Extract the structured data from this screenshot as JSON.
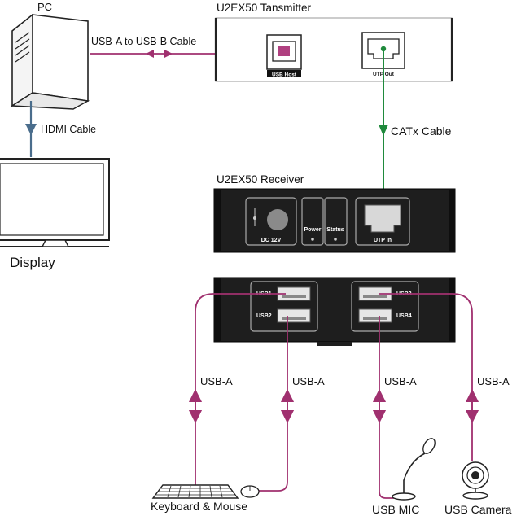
{
  "pc": {
    "label": "PC"
  },
  "display": {
    "label": "Display"
  },
  "hdmi": {
    "label": "HDMI  Cable"
  },
  "usb_link": {
    "label": "USB-A to USB-B Cable"
  },
  "transmitter": {
    "title": "U2EX50  Tansmitter",
    "usb_port_label": "USB Host",
    "utp_port_label": "UTP Out"
  },
  "catx": {
    "label": "CATx Cable"
  },
  "receiver": {
    "title": "U2EX50  Receiver",
    "dc_label": "DC 12V",
    "power_label": "Power",
    "status_label": "Status",
    "utp_in_label": "UTP In",
    "ports": [
      "USB1",
      "USB2",
      "USB3",
      "USB4"
    ]
  },
  "usb_a_label": "USB-A",
  "devices": {
    "keyboard_mouse": "Keyboard & Mouse",
    "mic": "USB MIC",
    "camera": "USB Camera"
  },
  "colors": {
    "usb_cable": "#a0306f",
    "catx_cable": "#1f8a3c",
    "hdmi_cable": "#4a6d8c",
    "device_body": "#1e1e1e"
  }
}
